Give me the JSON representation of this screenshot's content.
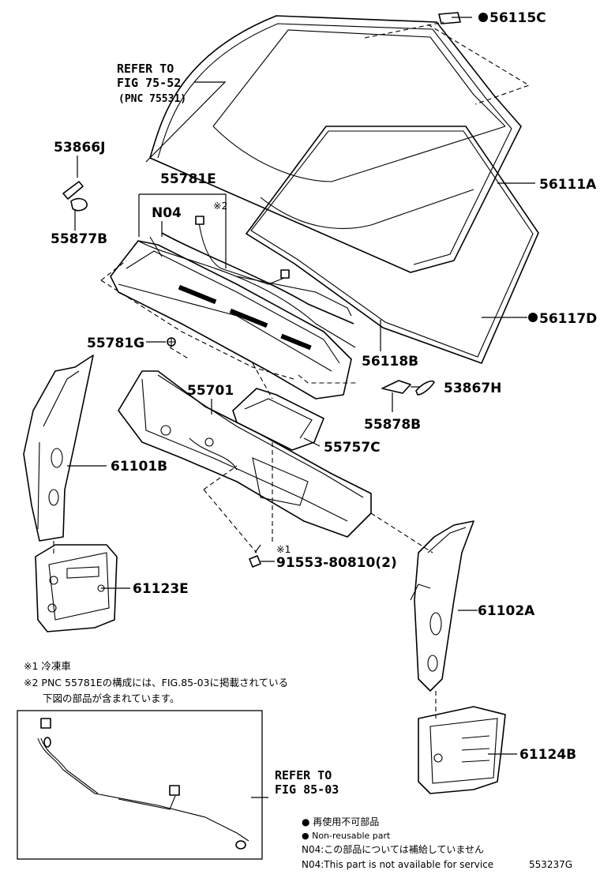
{
  "labels": {
    "p56115c": "56115C",
    "refer75_1": "REFER TO",
    "refer75_2": "FIG 75-52",
    "refer75_3": "(PNC 75531)",
    "p53866j": "53866J",
    "p55781e": "55781E",
    "n04": "N04",
    "note2mark": "※2",
    "p56111a": "56111A",
    "p55877b": "55877B",
    "p56117d": "56117D",
    "p55781g": "55781G",
    "p56118b": "56118B",
    "p55701": "55701",
    "p53867h": "53867H",
    "p55878b": "55878B",
    "p55757c": "55757C",
    "p61101b": "61101B",
    "note1mark": "※1",
    "p91553": "91553-80810(2)",
    "p61123e": "61123E",
    "p61102a": "61102A",
    "p61124b": "61124B",
    "refer85_1": "REFER TO",
    "refer85_2": "FIG 85-03"
  },
  "notes": {
    "n1": "※1 冷凍車",
    "n2a": "※2 PNC 55781Eの構成には、FIG.85-03に掲載されている",
    "n2b": "下図の部品が含まれています。"
  },
  "legend": {
    "l1": "● 再使用不可部品",
    "l2": "● Non-reusable part",
    "l3": "N04:この部品については補給していません",
    "l4": "N04:This part is not available for service"
  },
  "figure_id": "553237G"
}
